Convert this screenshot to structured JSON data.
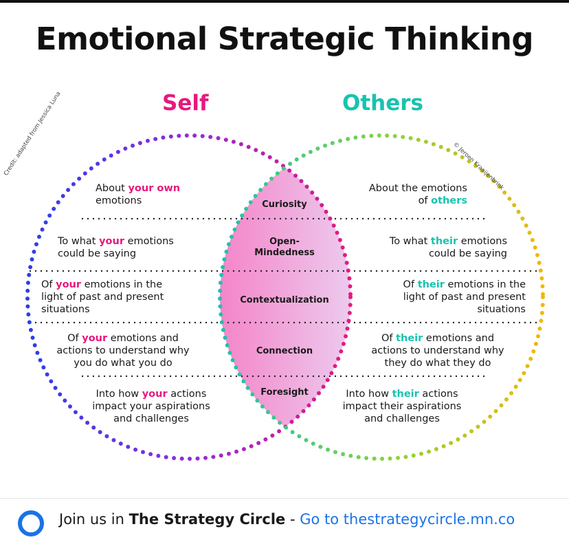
{
  "title": "Emotional Strategic Thinking",
  "left_heading": "Self",
  "right_heading": "Others",
  "credit_left": "Credit: adapted from Jessica Luna",
  "credit_right": "© Jeroen Kraaijenbrink",
  "colors": {
    "self": "#e6197e",
    "others": "#18c3b0",
    "link": "#1a73e8"
  },
  "rows": [
    {
      "center": "Curiosity",
      "left": [
        "About ",
        "your own",
        "emotions"
      ],
      "right": [
        "About the emotions",
        "of ",
        "others"
      ]
    },
    {
      "center": "Open-\nMindedness",
      "left": [
        "To what ",
        "your",
        " emotions",
        "could be saying"
      ],
      "right": [
        "To what ",
        "their",
        " emotions",
        "could be saying"
      ]
    },
    {
      "center": "Contextualization",
      "left": [
        "Of ",
        "your",
        " emotions in the",
        "light of past and present",
        "situations"
      ],
      "right": [
        "Of ",
        "their",
        " emotions in the",
        "light of past and present",
        "situations"
      ]
    },
    {
      "center": "Connection",
      "left": [
        "Of ",
        "your",
        " emotions and",
        "actions to understand why",
        "you do what you do"
      ],
      "right": [
        "Of ",
        "their",
        " emotions and",
        "actions to understand why",
        "they do what they do"
      ]
    },
    {
      "center": "Foresight",
      "left": [
        "Into how ",
        "your",
        " actions",
        "impact your aspirations",
        "and challenges"
      ],
      "right": [
        "Into how ",
        "their",
        " actions",
        "impact their aspirations",
        "and challenges"
      ]
    }
  ],
  "footer": {
    "prefix": "Join us in ",
    "name": "The Strategy Circle",
    "separator": " - ",
    "link": "Go to thestrategycircle.mn.co"
  }
}
